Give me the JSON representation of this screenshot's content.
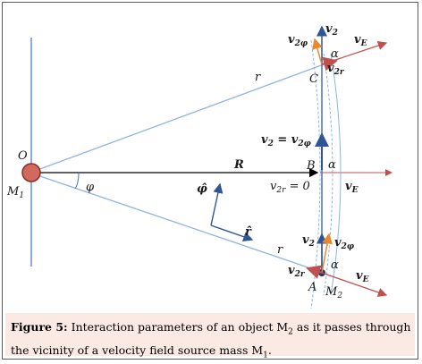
{
  "figure": {
    "caption_label": "Figure 5:",
    "caption_text": "Interaction parameters of an object M",
    "caption_sub1": "2",
    "caption_text2": " as it passes through the vicinity of a velocity field source mass M",
    "caption_sub2": "1",
    "caption_end": "."
  },
  "labels": {
    "O": "O",
    "M1": "M",
    "M1_sub": "1",
    "R": "R",
    "B": "B",
    "C": "C",
    "A": "A",
    "M2": "M",
    "M2_sub": "2",
    "r_top": "r",
    "r_bottom": "r",
    "phi": "φ",
    "phi_hat": "φ̂",
    "r_hat": "r̂",
    "alpha_c": "α",
    "alpha_b": "α",
    "alpha_a": "α",
    "v2_c": "v",
    "v2_c_sub": "2",
    "v2phi_c": "v",
    "v2phi_c_sub": "2φ",
    "v2r_c": "v",
    "v2r_c_sub": "2r",
    "vE_c": "v",
    "vE_c_sub": "E",
    "v2_eq_b": "v",
    "v2_eq_b_sub": "2",
    "v2_eq_b_rhs": " = v",
    "v2_eq_b_rhs_sub": "2φ",
    "v2r_b": "v",
    "v2r_b_sub": "2r",
    "v2r_b_rhs": " = 0",
    "vE_b": "v",
    "vE_b_sub": "E",
    "v2_a": "v",
    "v2_a_sub": "2",
    "v2phi_a": "v",
    "v2phi_a_sub": "2φ",
    "v2r_a": "v",
    "v2r_a_sub": "2r",
    "vE_a": "v",
    "vE_a_sub": "E"
  },
  "colors": {
    "ray": "#8db4e2",
    "axis": "#000000",
    "vertical": "#4472c4",
    "vE": "#c0504d",
    "v2phi": "#e8892f",
    "mass": "#c0504d"
  }
}
